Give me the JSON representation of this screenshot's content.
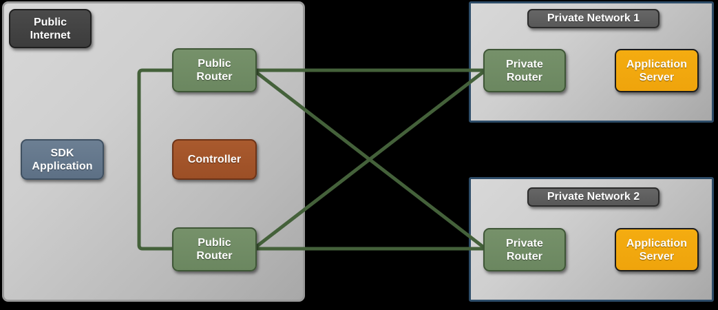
{
  "diagram": {
    "title": "Public Internet to Private Networks topology",
    "background_color": "#000000",
    "link_color": "#44613a"
  },
  "zones": {
    "public": {
      "name": "public-internet-zone",
      "badge_label": "Public\nInternet",
      "border_color": "#9a9a9a",
      "fill": "#cfcfcf"
    },
    "private_1": {
      "name": "private-network-1-zone",
      "badge_label": "Private Network 1",
      "border_color": "#2d4c68",
      "fill": "#c4c4c4"
    },
    "private_2": {
      "name": "private-network-2-zone",
      "badge_label": "Private Network 2",
      "border_color": "#2d4c68",
      "fill": "#c4c4c4"
    }
  },
  "nodes": {
    "sdk_application": {
      "label": "SDK\nApplication",
      "color": "#64788c"
    },
    "public_router_1": {
      "label": "Public\nRouter",
      "color": "#6e8a62"
    },
    "public_router_2": {
      "label": "Public\nRouter",
      "color": "#6e8a62"
    },
    "controller": {
      "label": "Controller",
      "color": "#a0512b"
    },
    "private_router_1": {
      "label": "Private\nRouter",
      "color": "#6e8a62"
    },
    "private_router_2": {
      "label": "Private\nRouter",
      "color": "#6e8a62"
    },
    "application_server_1": {
      "label": "Application\nServer",
      "color": "#f0a811"
    },
    "application_server_2": {
      "label": "Application\nServer",
      "color": "#f0a811"
    }
  },
  "links": [
    {
      "name": "public-router-1-to-private-router-1",
      "from": "public_router_1",
      "to": "private_router_1",
      "style": "straight"
    },
    {
      "name": "public-router-1-to-private-router-2",
      "from": "public_router_1",
      "to": "private_router_2",
      "style": "diagonal"
    },
    {
      "name": "public-router-2-to-private-router-1",
      "from": "public_router_2",
      "to": "private_router_1",
      "style": "diagonal"
    },
    {
      "name": "public-router-2-to-private-router-2",
      "from": "public_router_2",
      "to": "private_router_2",
      "style": "straight"
    },
    {
      "name": "public-router-1-to-public-router-2",
      "from": "public_router_1",
      "to": "public_router_2",
      "style": "elbow-left"
    }
  ]
}
